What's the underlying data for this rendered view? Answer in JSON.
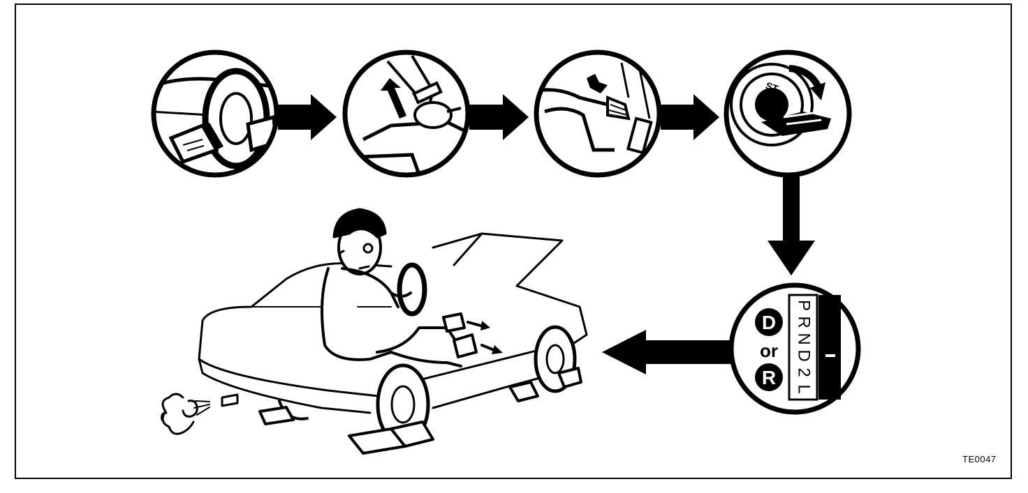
{
  "figure": {
    "reference_code": "TE0047",
    "ignition_label": "ST",
    "shift_connector_top": "D",
    "shift_connector_mid": "or",
    "shift_connector_bottom": "R",
    "gear_positions": [
      "P",
      "R",
      "N",
      "D",
      "2",
      "L"
    ],
    "gear_indicator": "-"
  },
  "steps": [
    {
      "icon": "wheel-chock-icon"
    },
    {
      "icon": "parking-brake-lever-icon"
    },
    {
      "icon": "brake-pedal-foot-icon"
    },
    {
      "icon": "ignition-key-icon"
    },
    {
      "icon": "shift-selector-icon"
    },
    {
      "icon": "driver-in-car-illustration"
    }
  ],
  "colors": {
    "ink": "#000000",
    "paper": "#ffffff"
  }
}
